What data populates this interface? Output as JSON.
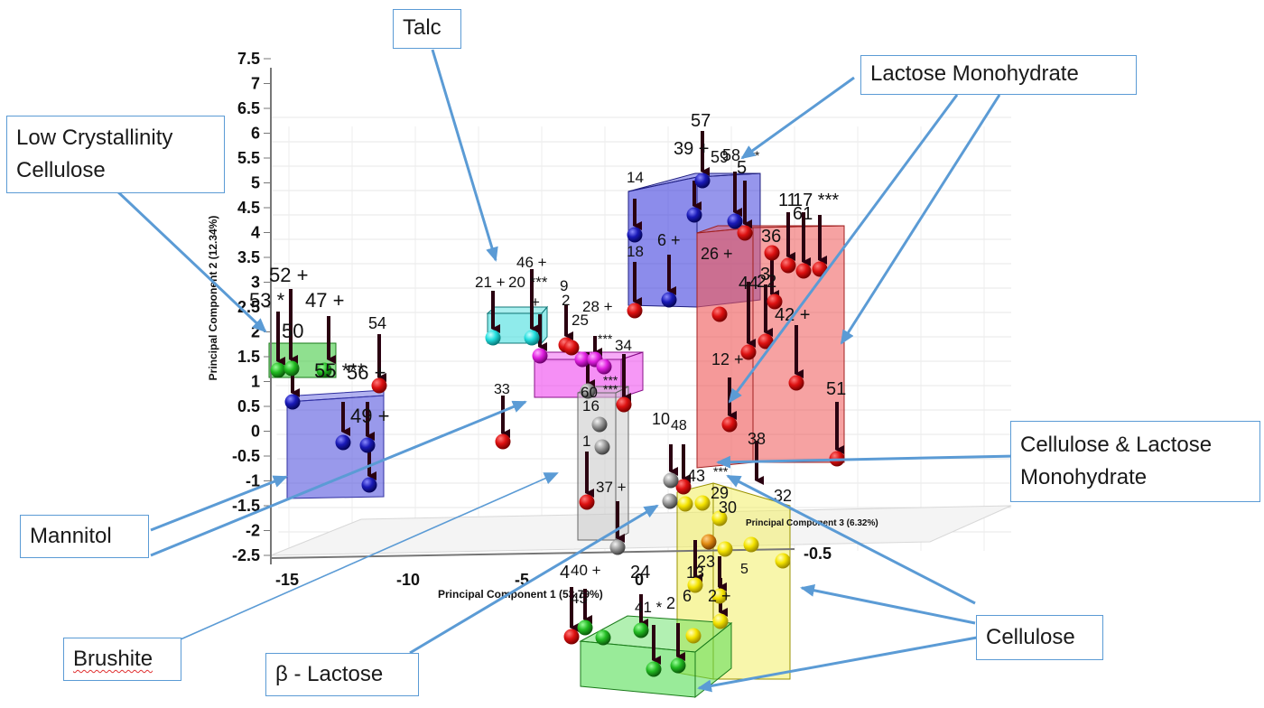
{
  "colors": {
    "callout_border": "#5b9bd5",
    "arrow": "#5b9bd5",
    "marker": "#2a0010"
  },
  "callouts": [
    {
      "id": "talc",
      "text": "Talc"
    },
    {
      "id": "lactose-monohydrate",
      "text": "Lactose Monohydrate"
    },
    {
      "id": "low-crystallinity-cellulose",
      "lines": [
        "Low Crystallinity",
        "Cellulose"
      ]
    },
    {
      "id": "mannitol",
      "text": "Mannitol"
    },
    {
      "id": "brushite",
      "text": "Brushite"
    },
    {
      "id": "beta-lactose",
      "text": "β - Lactose"
    },
    {
      "id": "cellulose-lactose",
      "lines": [
        "Cellulose & Lactose",
        "Monohydrate"
      ]
    },
    {
      "id": "cellulose",
      "text": "Cellulose"
    }
  ],
  "chart_data": {
    "type": "scatter",
    "axes": {
      "x": {
        "label": "Principal Component 1 (53.79%)",
        "ticks": [
          "-15",
          "-10",
          "-5",
          "0"
        ]
      },
      "y": {
        "label": "Principal Component 2 (12.34%)",
        "ticks": [
          "7.5",
          "7",
          "6.5",
          "6",
          "5.5",
          "5",
          "4.5",
          "4",
          "3.5",
          "3",
          "2.5",
          "2",
          "1.5",
          "1",
          "0.5",
          "0",
          "-0.5",
          "-1",
          "-1.5",
          "-2",
          "-2.5"
        ]
      },
      "z": {
        "label": "Principal Component 3 (6.32%)",
        "ticks": [
          "-0.5"
        ]
      }
    },
    "groups": [
      {
        "name": "Low Crystallinity Cellulose",
        "color": "#22bb22",
        "labels": [
          "53 *",
          "52 +",
          "47 +",
          "50"
        ]
      },
      {
        "name": "Mannitol",
        "color": "#1a1ab8",
        "labels": [
          "55 ***",
          "56 +",
          "49 +"
        ]
      },
      {
        "name": "Talc",
        "color": "#22dddd",
        "labels": [
          "21 +",
          "46 +",
          "20 ***",
          "+"
        ]
      },
      {
        "name": "Brushite",
        "color": "#bbbbbb",
        "labels": [
          "60",
          "16",
          "1",
          "37 +"
        ]
      },
      {
        "name": "Lactose Monohydrate",
        "color": "#dd1111",
        "labels": [
          "54",
          "33",
          "9",
          "2",
          "28 +",
          "25",
          "34",
          "12 +",
          "36",
          "3",
          "22",
          "44",
          "42 +",
          "11",
          "17 ***",
          "61",
          "26 +",
          "51",
          "38",
          "10",
          "48",
          "43",
          "***"
        ]
      },
      {
        "name": "β - Lactose",
        "color": "#22cc22",
        "labels": [
          "4",
          "40 +",
          "45",
          "24",
          "41 *",
          "2",
          "6"
        ]
      },
      {
        "name": "Cellulose",
        "color": "#f5e400",
        "labels": [
          "32",
          "29",
          "30",
          "23",
          "13",
          "5",
          "2 +"
        ]
      },
      {
        "name": "Cellulose & Lactose Monohydrate",
        "color": "#1a1ab8",
        "labels": [
          "57",
          "39 +",
          "59",
          "58",
          "5",
          "14",
          "18",
          "6 +"
        ]
      }
    ]
  }
}
